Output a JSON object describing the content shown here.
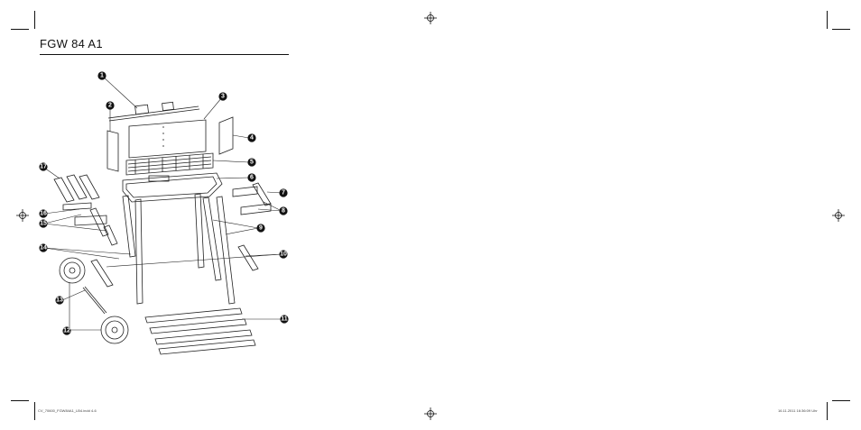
{
  "page": {
    "title": "FGW 84 A1",
    "footer_left": "CV_70600_FGW84A1_LB4.indd   4-6",
    "footer_right": "16.11.2011   16:36:09 Uhr"
  },
  "diagram": {
    "callouts": [
      "1",
      "2",
      "3",
      "4",
      "5",
      "6",
      "7",
      "8",
      "9",
      "10",
      "11",
      "12",
      "13",
      "14",
      "15",
      "16",
      "17"
    ]
  },
  "icons": [
    "registration-mark-icon",
    "crop-mark-icon"
  ]
}
